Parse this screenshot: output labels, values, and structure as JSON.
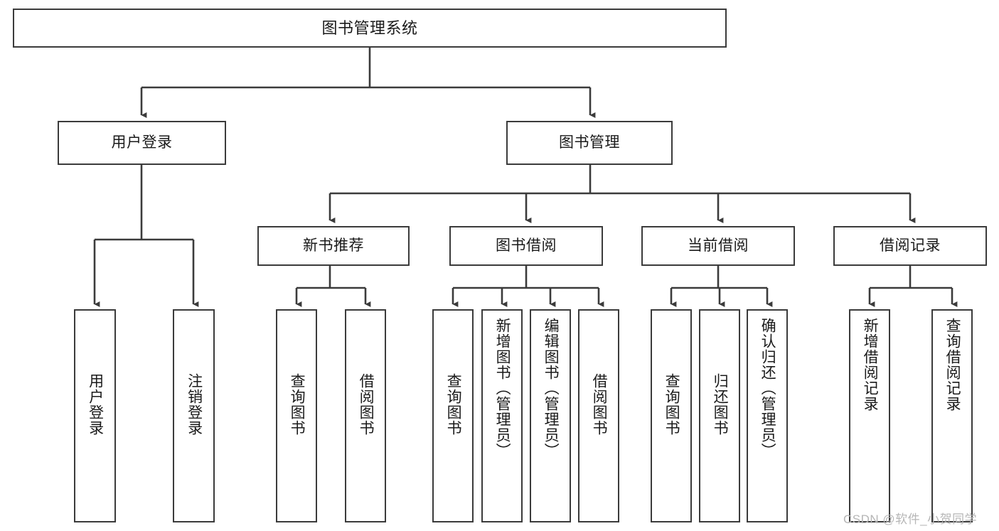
{
  "diagram": {
    "type": "tree-hierarchy-chart",
    "title": "图书管理系统",
    "stroke_color": "#3b3b3b",
    "background_color": "#ffffff",
    "text_color": "#1a1a1a"
  },
  "nodes": {
    "root": {
      "label": "图书管理系统",
      "level": 0
    },
    "level1": [
      {
        "label": "用户登录"
      },
      {
        "label": "图书管理"
      }
    ],
    "level2": [
      {
        "label": "新书推荐"
      },
      {
        "label": "图书借阅"
      },
      {
        "label": "当前借阅"
      },
      {
        "label": "借阅记录"
      }
    ],
    "leaves": {
      "user_login": [
        {
          "label": "用户登录"
        },
        {
          "label": "注销登录"
        }
      ],
      "new_book_recommend": [
        {
          "label": "查询图书"
        },
        {
          "label": "借阅图书"
        }
      ],
      "book_borrow": [
        {
          "label": "查询图书"
        },
        {
          "label": "新增图书（管理员）"
        },
        {
          "label": "编辑图书（管理员）"
        },
        {
          "label": "借阅图书"
        }
      ],
      "current_borrow": [
        {
          "label": "查询图书"
        },
        {
          "label": "归还图书"
        },
        {
          "label": "确认归还（管理员）"
        }
      ],
      "borrow_record": [
        {
          "label": "新增借阅记录"
        },
        {
          "label": "查询借阅记录"
        }
      ]
    }
  },
  "watermark": {
    "text": "CSDN @软件_小贺同学"
  }
}
